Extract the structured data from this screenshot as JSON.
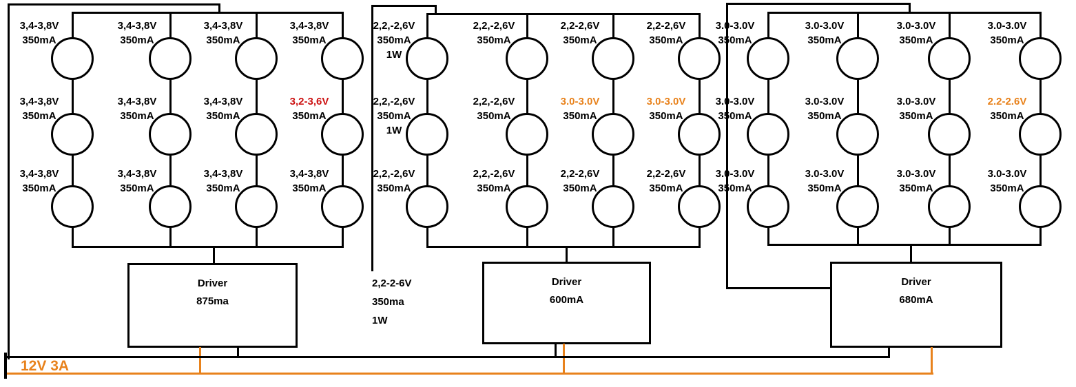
{
  "power": {
    "label": "12V 3A"
  },
  "annotation": {
    "line1": "2,2-2-6V",
    "line2": "350ma",
    "line3": "1W"
  },
  "colors": {
    "wire": "#000000",
    "power_wire": "#e8821c",
    "highlight_red": "#cc1111",
    "highlight_orange": "#e8821c"
  },
  "groups": [
    {
      "name": "led-array-1",
      "driver": {
        "title": "Driver",
        "rating": "875ma"
      },
      "columns": [
        {
          "leds": [
            {
              "voltage": "3,4-3,8V",
              "current": "350mA"
            },
            {
              "voltage": "3,4-3,8V",
              "current": "350mA"
            },
            {
              "voltage": "3,4-3,8V",
              "current": "350mA"
            }
          ]
        },
        {
          "leds": [
            {
              "voltage": "3,4-3,8V",
              "current": "350mA"
            },
            {
              "voltage": "3,4-3,8V",
              "current": "350mA"
            },
            {
              "voltage": "3,4-3,8V",
              "current": "350mA"
            }
          ]
        },
        {
          "leds": [
            {
              "voltage": "3,4-3,8V",
              "current": "350mA"
            },
            {
              "voltage": "3,4-3,8V",
              "current": "350mA"
            },
            {
              "voltage": "3,4-3,8V",
              "current": "350mA"
            }
          ]
        },
        {
          "leds": [
            {
              "voltage": "3,4-3,8V",
              "current": "350mA"
            },
            {
              "voltage": "3,2-3,6V",
              "current": "350mA",
              "voltage_color": "#cc1111"
            },
            {
              "voltage": "3,4-3,8V",
              "current": "350mA"
            }
          ]
        }
      ]
    },
    {
      "name": "led-array-2",
      "driver": {
        "title": "Driver",
        "rating": "600mA"
      },
      "columns": [
        {
          "leds": [
            {
              "voltage": "2,2,-2,6V",
              "current": "350mA",
              "power": "1W"
            },
            {
              "voltage": "2,2,-2,6V",
              "current": "350mA",
              "power": "1W"
            },
            {
              "voltage": "2,2,-2,6V",
              "current": "350mA"
            }
          ]
        },
        {
          "leds": [
            {
              "voltage": "2,2,-2,6V",
              "current": "350mA"
            },
            {
              "voltage": "2,2,-2,6V",
              "current": "350mA"
            },
            {
              "voltage": "2,2,-2,6V",
              "current": "350mA"
            }
          ]
        },
        {
          "leds": [
            {
              "voltage": "2,2-2,6V",
              "current": "350mA"
            },
            {
              "voltage": "3.0-3.0V",
              "current": "350mA",
              "voltage_color": "#e8821c"
            },
            {
              "voltage": "2,2-2,6V",
              "current": "350mA"
            }
          ]
        },
        {
          "leds": [
            {
              "voltage": "2,2-2,6V",
              "current": "350mA"
            },
            {
              "voltage": "3.0-3.0V",
              "current": "350mA",
              "voltage_color": "#e8821c"
            },
            {
              "voltage": "2,2-2,6V",
              "current": "350mA"
            }
          ]
        }
      ]
    },
    {
      "name": "led-array-3",
      "driver": {
        "title": "Driver",
        "rating": "680mA"
      },
      "columns": [
        {
          "leds": [
            {
              "voltage": "3.0-3.0V",
              "current": "350mA"
            },
            {
              "voltage": "3.0-3.0V",
              "current": "350mA"
            },
            {
              "voltage": "3.0-3.0V",
              "current": "350mA"
            }
          ]
        },
        {
          "leds": [
            {
              "voltage": "3.0-3.0V",
              "current": "350mA"
            },
            {
              "voltage": "3.0-3.0V",
              "current": "350mA"
            },
            {
              "voltage": "3.0-3.0V",
              "current": "350mA"
            }
          ]
        },
        {
          "leds": [
            {
              "voltage": "3.0-3.0V",
              "current": "350mA"
            },
            {
              "voltage": "3.0-3.0V",
              "current": "350mA"
            },
            {
              "voltage": "3.0-3.0V",
              "current": "350mA"
            }
          ]
        },
        {
          "leds": [
            {
              "voltage": "3.0-3.0V",
              "current": "350mA"
            },
            {
              "voltage": "2.2-2.6V",
              "current": "350mA",
              "voltage_color": "#e8821c"
            },
            {
              "voltage": "3.0-3.0V",
              "current": "350mA"
            }
          ]
        }
      ]
    }
  ]
}
